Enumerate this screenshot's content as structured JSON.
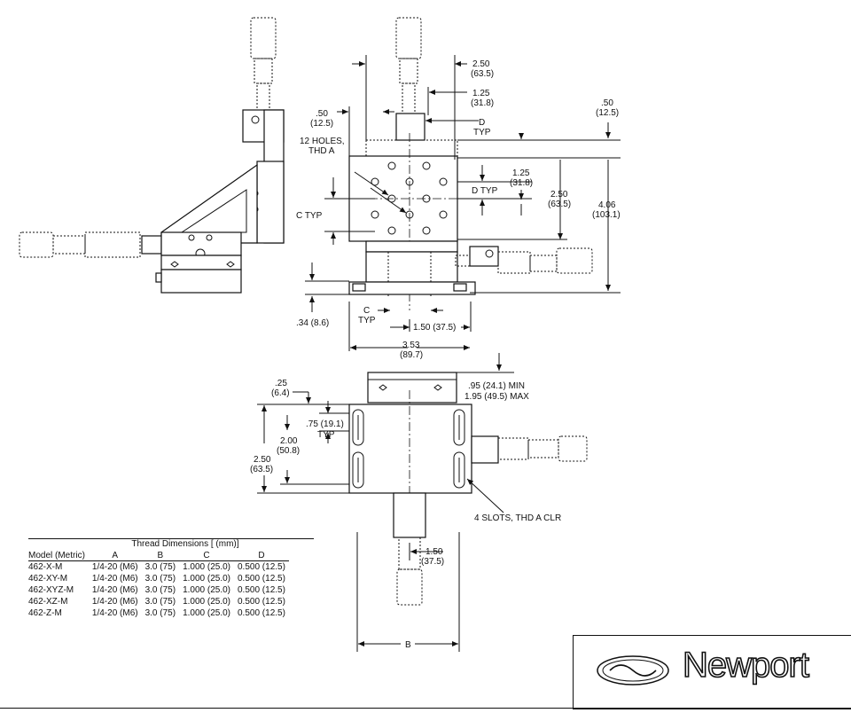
{
  "side_view": {},
  "front_view": {
    "dim_250_top": "2.50",
    "dim_635_top": "(63.5)",
    "dim_125_top": "1.25",
    "dim_318_top": "(31.8)",
    "dim_50_left": ".50",
    "dim_125_left": "(12.5)",
    "d_label": "D",
    "typ_1": "TYP",
    "dim_50_right": ".50",
    "dim_125_right": "(12.5)",
    "holes_label_1": "12  HOLES,",
    "holes_label_2": "THD A",
    "dim_125_mid": "1.25",
    "dim_318_mid": "(31.8)",
    "d_typ": "D TYP",
    "dim_250_mid": "2.50",
    "dim_635_mid": "(63.5)",
    "dim_406": "4.06",
    "dim_1031": "(103.1)",
    "c_typ_left": "C TYP",
    "dim_34": ".34 (8.6)",
    "c_label": "C",
    "typ_2": "TYP",
    "dim_150_375": "1.50 (37.5)",
    "dim_353": "3.53",
    "dim_897": "(89.7)"
  },
  "top_view": {
    "dim_25": ".25",
    "dim_64": "(6.4)",
    "dim_95_min": ".95 (24.1) MIN",
    "dim_195_max": "1.95 (49.5) MAX",
    "dim_75": ".75 (19.1)",
    "typ": "TYP",
    "dim_200": "2.00",
    "dim_508": "(50.8)",
    "dim_250": "2.50",
    "dim_635": "(63.5)",
    "slots_label": "4 SLOTS, THD A CLR",
    "dim_150": "1.50",
    "dim_375": "(37.5)",
    "b_label": "B"
  },
  "thread_table": {
    "title": "Thread Dimensions [ (mm)]",
    "columns": [
      "Model (Metric)",
      "A",
      "B",
      "C",
      "D"
    ],
    "rows": [
      [
        "462-X-M",
        "1/4-20 (M6)",
        "3.0 (75)",
        "1.000 (25.0)",
        "0.500 (12.5)"
      ],
      [
        "462-XY-M",
        "1/4-20 (M6)",
        "3.0 (75)",
        "1.000 (25.0)",
        "0.500 (12.5)"
      ],
      [
        "462-XYZ-M",
        "1/4-20 (M6)",
        "3.0 (75)",
        "1.000 (25.0)",
        "0.500 (12.5)"
      ],
      [
        "462-XZ-M",
        "1/4-20 (M6)",
        "3.0 (75)",
        "1.000 (25.0)",
        "0.500 (12.5)"
      ],
      [
        "462-Z-M",
        "1/4-20 (M6)",
        "3.0 (75)",
        "1.000 (25.0)",
        "0.500 (12.5)"
      ]
    ]
  },
  "logo": {
    "text": "Newport"
  }
}
